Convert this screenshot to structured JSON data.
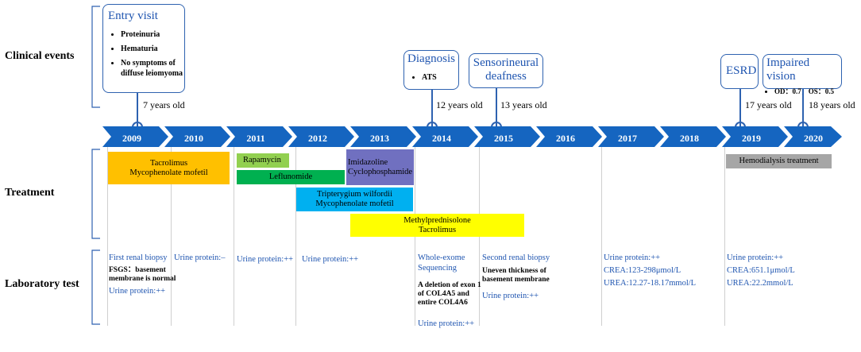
{
  "sections": {
    "clinical": "Clinical events",
    "treatment": "Treatment",
    "lab": "Laboratory test"
  },
  "callouts": {
    "entry": {
      "title": "Entry visit",
      "items": [
        "Proteinuria",
        "Hematuria",
        "No symptoms of diffuse leiomyoma"
      ]
    },
    "diagnosis": {
      "title": "Diagnosis",
      "items": [
        "ATS"
      ]
    },
    "deafness": {
      "title_line1": "Sensorineural",
      "title_line2": "deafness"
    },
    "esrd": {
      "title": "ESRD"
    },
    "vision": {
      "title": "Impaired vision",
      "items": [
        "OD：0.7，OS：0.5"
      ]
    }
  },
  "ages": [
    "7 years old",
    "12 years old",
    "13 years old",
    "17 years old",
    "18 years old"
  ],
  "years": [
    "2009",
    "2010",
    "2011",
    "2012",
    "2013",
    "2014",
    "2015",
    "2016",
    "2017",
    "2018",
    "2019",
    "2020"
  ],
  "treatments": {
    "tacrolimus_mmf": [
      "Tacrolimus",
      "Mycophenolate mofetil"
    ],
    "rapamycin": "Rapamycin",
    "leflunomide": "Leflunomide",
    "imid_cyclo": [
      "Imidazoline",
      "Cyclophosphamide"
    ],
    "trip_mmf": [
      "Tripterygium wilfordii",
      "Mycophenolate mofetil"
    ],
    "methyl_tac": [
      "Methylprednisolone",
      "Tacrolimus"
    ],
    "hemodialysis": "Hemodialysis treatment"
  },
  "lab": {
    "c2009": {
      "title": "First renal biopsy",
      "detail": [
        "FSGS：basement",
        "membrane is normal"
      ],
      "protein": "Urine protein:++"
    },
    "c2010": "Urine protein:–",
    "c2011": "Urine protein:++",
    "c2012": "Urine protein:++",
    "c2014": {
      "title": [
        "Whole-exome",
        "Sequencing"
      ],
      "detail": [
        "A deletion of exon 1",
        "of COL4A5 and",
        "entire COL4A6"
      ],
      "protein": "Urine protein:++"
    },
    "c2015": {
      "title": "Second renal biopsy",
      "detail": [
        "Uneven thickness of",
        "basement membrane"
      ],
      "protein": "Urine protein:++"
    },
    "c2017": [
      "Urine protein:++",
      "CREA:123-298μmol/L",
      "UREA:12.27-18.17mmol/L"
    ],
    "c2019": [
      "Urine protein:++",
      "CREA:651.1μmol/L",
      "UREA:22.2mmol/L"
    ]
  },
  "colors": {
    "timeline": "#1565c0",
    "tacrolimus_mmf": "#ffc000",
    "rapamycin": "#92d050",
    "leflunomide": "#00b050",
    "imid_cyclo": "#7070c0",
    "trip_mmf": "#00b0f0",
    "methyl_tac": "#ffff00",
    "hemodialysis": "#a6a6a6"
  }
}
